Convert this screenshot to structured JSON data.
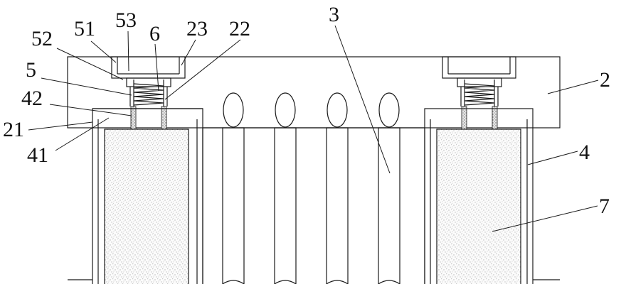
{
  "labels": {
    "l53": "53",
    "l51": "51",
    "l6": "6",
    "l23": "23",
    "l22": "22",
    "l52": "52",
    "l3": "3",
    "l5": "5",
    "l2": "2",
    "l42": "42",
    "l21": "21",
    "l41": "41",
    "l4": "4",
    "l7": "7"
  },
  "colors": {
    "line": "#1a1a1a",
    "fill_texture": "#c8c8c8"
  }
}
